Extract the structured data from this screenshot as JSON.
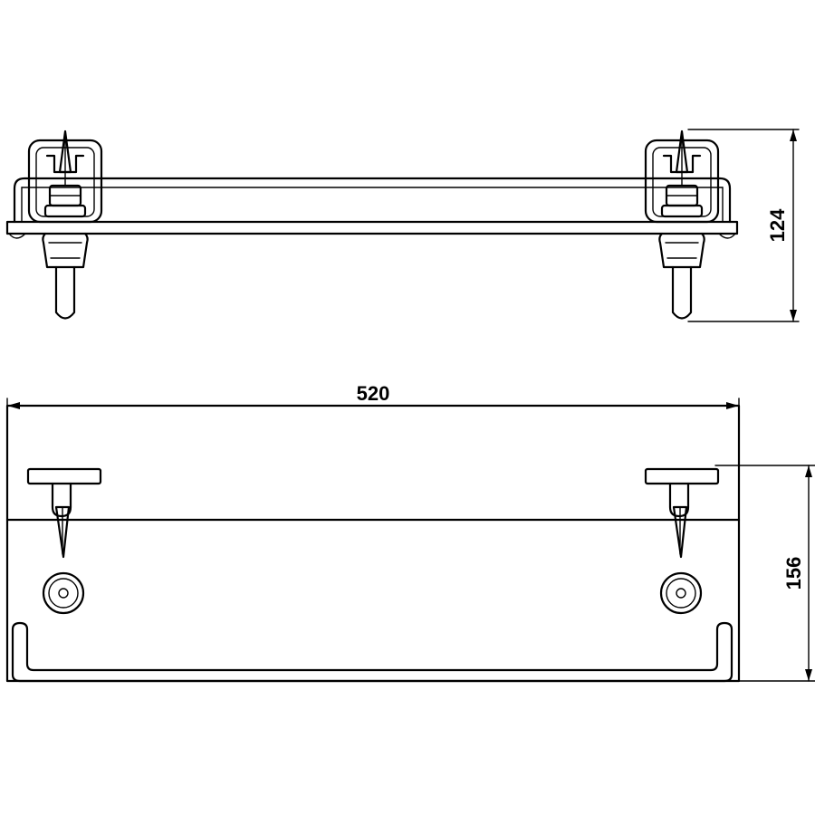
{
  "dimensions": {
    "width_label": "520",
    "height_label": "124",
    "depth_label": "156"
  }
}
